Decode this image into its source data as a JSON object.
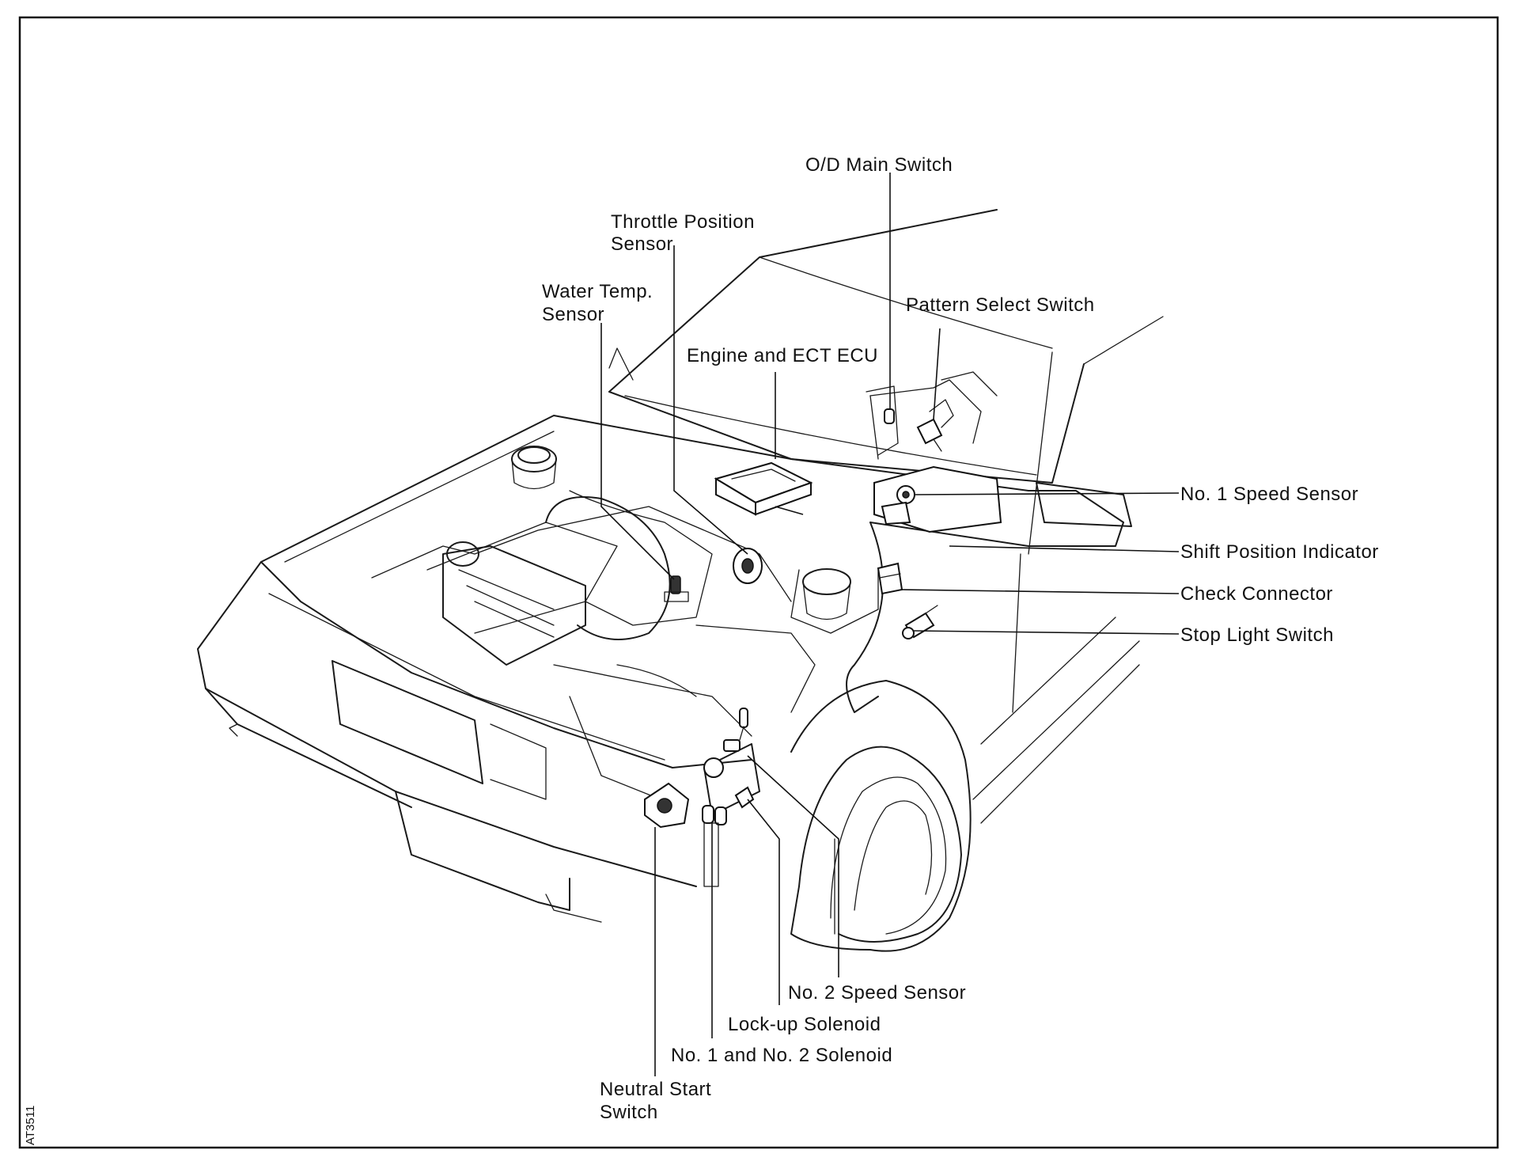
{
  "figure_code": "AT3511",
  "labels": {
    "od_main_switch": "O/D Main Switch",
    "throttle_position_sensor_l1": "Throttle Position",
    "throttle_position_sensor_l2": "Sensor",
    "water_temp_sensor_l1": "Water Temp.",
    "water_temp_sensor_l2": "Sensor",
    "pattern_select_switch": "Pattern Select Switch",
    "engine_ect_ecu": "Engine and ECT ECU",
    "no1_speed_sensor": "No. 1 Speed Sensor",
    "shift_position_indicator": "Shift Position Indicator",
    "check_connector": "Check Connector",
    "stop_light_switch": "Stop Light Switch",
    "no2_speed_sensor": "No. 2 Speed Sensor",
    "lockup_solenoid": "Lock-up Solenoid",
    "no1_no2_solenoid": "No. 1 and No. 2 Solenoid",
    "neutral_start_switch_l1": "Neutral Start",
    "neutral_start_switch_l2": "Switch"
  },
  "colors": {
    "ink": "#111111",
    "background": "#ffffff"
  }
}
